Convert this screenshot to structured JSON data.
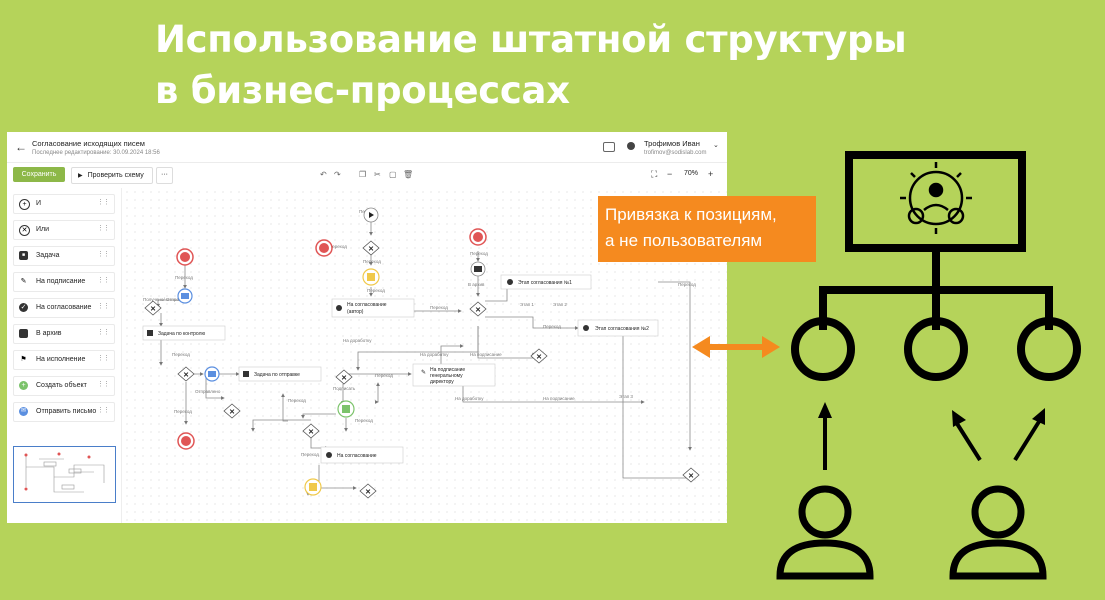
{
  "headline": {
    "line1": "Использование штатной структуры",
    "line2": "в бизнес-процессах"
  },
  "window": {
    "title": "Согласование исходящих писем",
    "subtitle": "Последнее редактирование: 30.09.2024 18:56",
    "user_name": "Трофимов Иван",
    "user_email": "trofimov@sodislab.com"
  },
  "toolbar": {
    "save_label": "Сохранить",
    "check_label": "Проверить схему",
    "more_label": "···",
    "zoom": "70%"
  },
  "sidebar": {
    "items": [
      {
        "label": "И",
        "icon": "plus-icon",
        "color": "#333333"
      },
      {
        "label": "Или",
        "icon": "x-icon",
        "color": "#333333"
      },
      {
        "label": "Задача",
        "icon": "task-icon",
        "color": "#333333"
      },
      {
        "label": "На подписание",
        "icon": "pen-icon",
        "color": "#333333"
      },
      {
        "label": "На согласование",
        "icon": "check-icon",
        "color": "#333333"
      },
      {
        "label": "В архив",
        "icon": "archive-icon",
        "color": "#333333"
      },
      {
        "label": "На исполнение",
        "icon": "flag-icon",
        "color": "#333333"
      },
      {
        "label": "Создать объект",
        "icon": "create-object-icon",
        "color": "#7cc36b"
      },
      {
        "label": "Отправить письмо",
        "icon": "mail-icon",
        "color": "#5b8fe0"
      }
    ]
  },
  "canvas": {
    "nodes": {
      "task_control": "Задача по контролю",
      "task_send": "Задача по отправке",
      "approval_author": "На согласование",
      "approval_author_2": "(автор)",
      "stage1": "Этап согласования №1",
      "stage2": "Этап согласования №2",
      "sign_gd_1": "На подписание",
      "sign_gd_2": "генеральному",
      "sign_gd_3": "директору",
      "approval": "На согласование"
    },
    "labels": {
      "start_transition": "Переход",
      "transition": "Переход",
      "archive": "В архив",
      "etap1": "Этап 1",
      "etap2": "Этап 2",
      "etap3": "Этап 3",
      "revision": "На доработку",
      "to_sign": "На подписание",
      "signed": "Подписать",
      "sent": "Отправлено",
      "received": "Получено/ Отправлено"
    }
  },
  "callout": {
    "line1": "Привязка к позициям,",
    "line2": "а не пользователям",
    "color": "#f58a1f"
  },
  "colors": {
    "background": "#b5d35a",
    "accent": "#8db848",
    "danger": "#e05555",
    "arrow": "#f58a1f"
  }
}
